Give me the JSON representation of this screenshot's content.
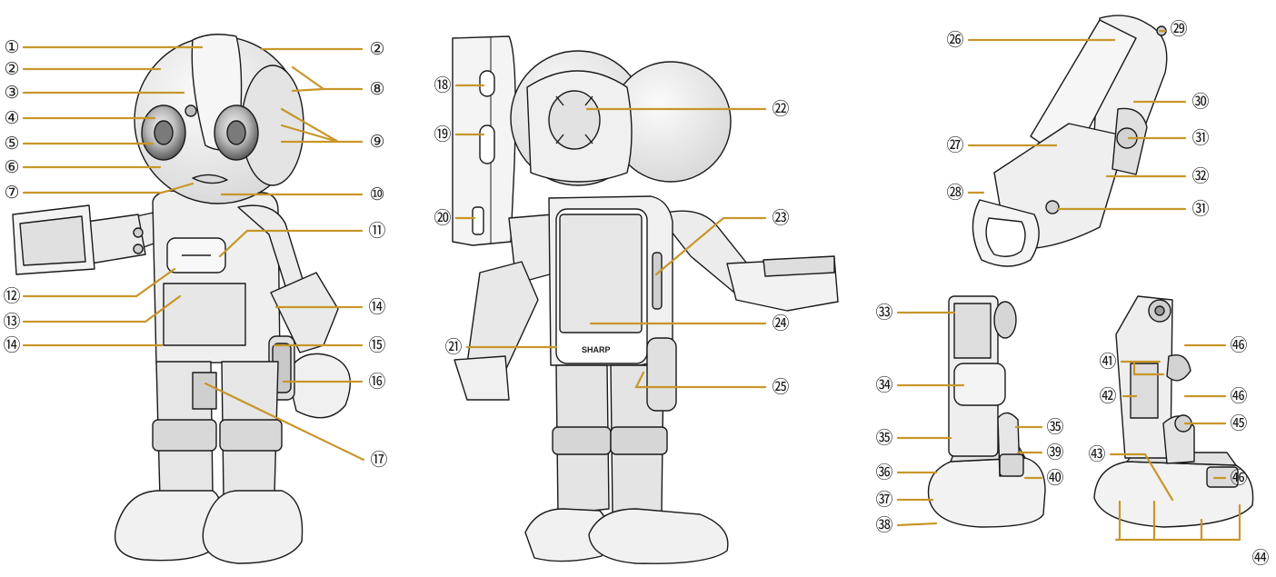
{
  "brand": "SHARP",
  "colors": {
    "leader": "#c8962a",
    "outline": "#1a1a1a",
    "body": "#ececec",
    "shade": "#d4d4d4",
    "dark": "#8a8a8a",
    "lens": "#b8b8b8"
  },
  "callouts": [
    {
      "id": "c1",
      "label": "①"
    },
    {
      "id": "c2a",
      "label": "②"
    },
    {
      "id": "c2b",
      "label": "②"
    },
    {
      "id": "c3",
      "label": "③"
    },
    {
      "id": "c4",
      "label": "④"
    },
    {
      "id": "c5",
      "label": "⑤"
    },
    {
      "id": "c6",
      "label": "⑥"
    },
    {
      "id": "c7",
      "label": "⑦"
    },
    {
      "id": "c8",
      "label": "⑧"
    },
    {
      "id": "c9",
      "label": "⑨"
    },
    {
      "id": "c10",
      "label": "⑩"
    },
    {
      "id": "c11",
      "label": "⑪"
    },
    {
      "id": "c12",
      "label": "⑫"
    },
    {
      "id": "c13",
      "label": "⑬"
    },
    {
      "id": "c14a",
      "label": "⑭"
    },
    {
      "id": "c14b",
      "label": "⑭"
    },
    {
      "id": "c15",
      "label": "⑮"
    },
    {
      "id": "c16",
      "label": "⑯"
    },
    {
      "id": "c17",
      "label": "⑰"
    },
    {
      "id": "c18",
      "label": "⑱"
    },
    {
      "id": "c19",
      "label": "⑲"
    },
    {
      "id": "c20",
      "label": "⑳"
    },
    {
      "id": "c21",
      "label": "㉑"
    },
    {
      "id": "c22",
      "label": "㉒"
    },
    {
      "id": "c23",
      "label": "㉓"
    },
    {
      "id": "c24",
      "label": "㉔"
    },
    {
      "id": "c25",
      "label": "㉕"
    },
    {
      "id": "c26",
      "label": "㉖"
    },
    {
      "id": "c27",
      "label": "㉗"
    },
    {
      "id": "c28",
      "label": "㉘"
    },
    {
      "id": "c29",
      "label": "㉙"
    },
    {
      "id": "c30",
      "label": "㉚"
    },
    {
      "id": "c31a",
      "label": "㉛"
    },
    {
      "id": "c31b",
      "label": "㉛"
    },
    {
      "id": "c32",
      "label": "㉜"
    },
    {
      "id": "c33",
      "label": "㉝"
    },
    {
      "id": "c34",
      "label": "㉞"
    },
    {
      "id": "c35a",
      "label": "㉟"
    },
    {
      "id": "c35b",
      "label": "㉟"
    },
    {
      "id": "c36",
      "label": "㊱"
    },
    {
      "id": "c37",
      "label": "㊲"
    },
    {
      "id": "c38",
      "label": "㊳"
    },
    {
      "id": "c39",
      "label": "㊴"
    },
    {
      "id": "c40",
      "label": "㊵"
    },
    {
      "id": "c41",
      "label": "㊶"
    },
    {
      "id": "c42",
      "label": "㊷"
    },
    {
      "id": "c43",
      "label": "㊸"
    },
    {
      "id": "c44",
      "label": "㊹"
    },
    {
      "id": "c45",
      "label": "㊺"
    },
    {
      "id": "c46a",
      "label": "㊻"
    },
    {
      "id": "c46b",
      "label": "㊻"
    },
    {
      "id": "c46c",
      "label": "㊻"
    }
  ]
}
